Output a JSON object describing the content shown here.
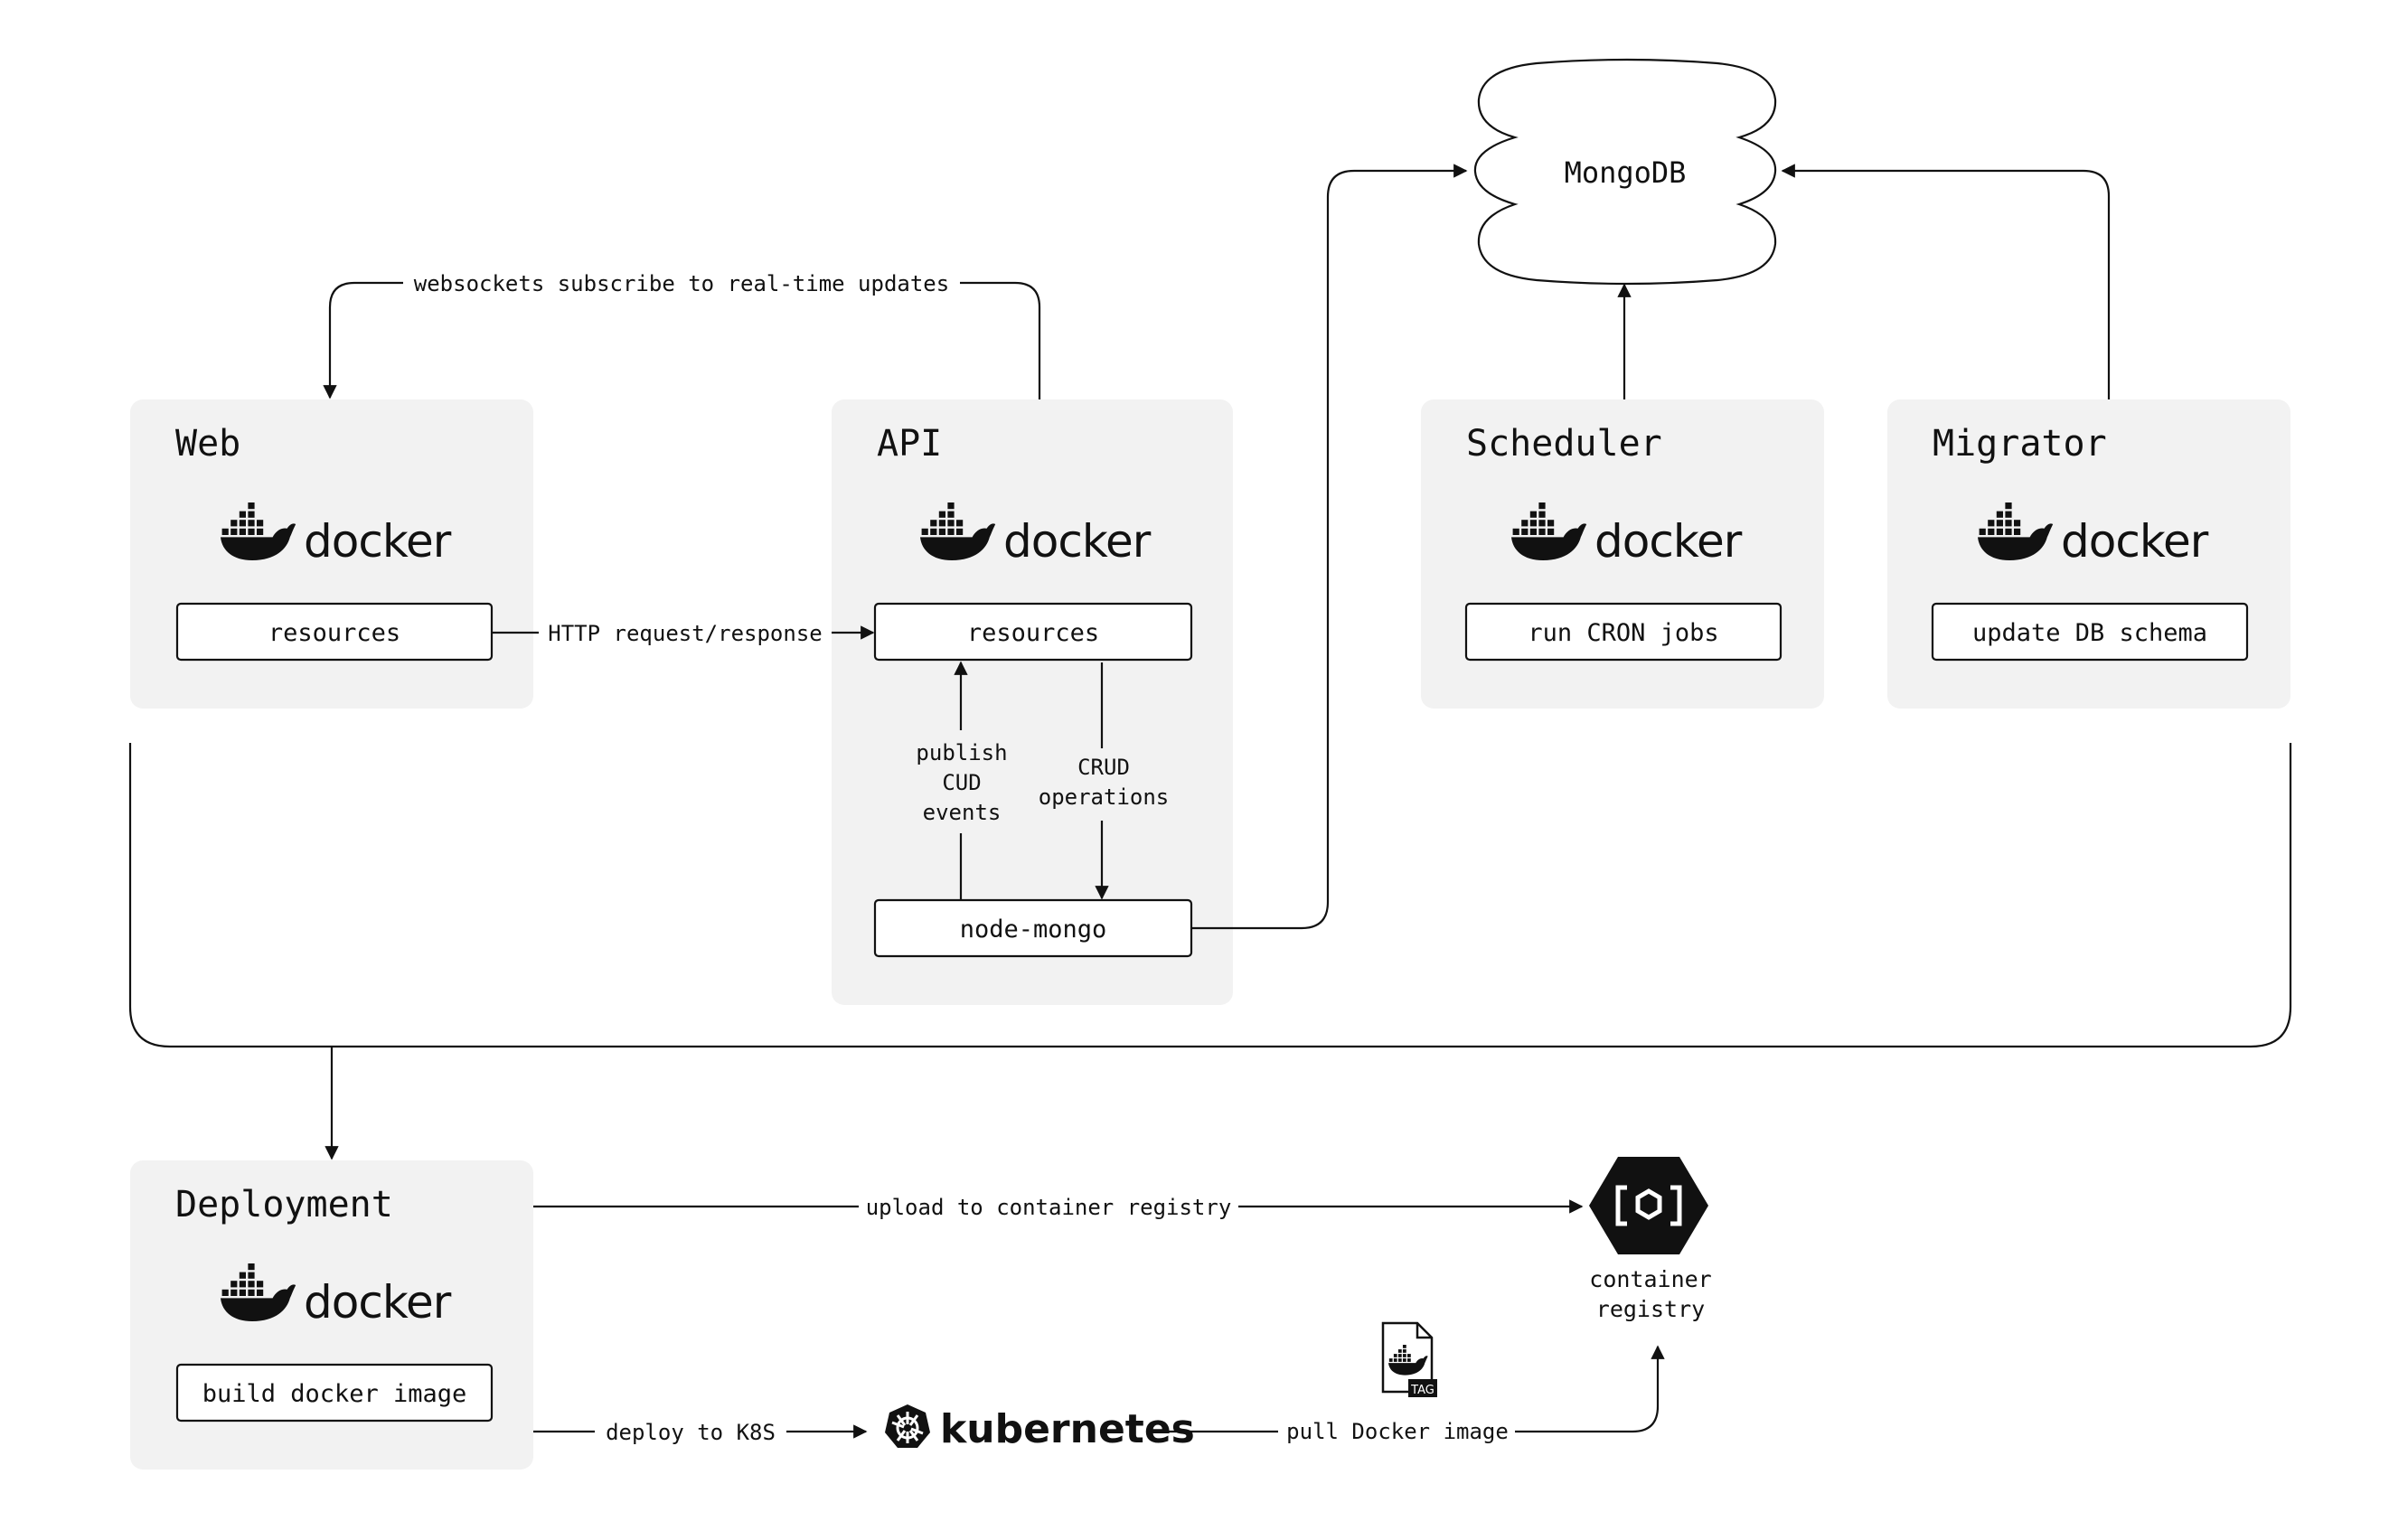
{
  "panels": {
    "web": {
      "title": "Web",
      "logo": "docker",
      "box": "resources"
    },
    "api": {
      "title": "API",
      "logo": "docker",
      "box_top": "resources",
      "box_bottom": "node-mongo"
    },
    "scheduler": {
      "title": "Scheduler",
      "logo": "docker",
      "box": "run CRON jobs"
    },
    "migrator": {
      "title": "Migrator",
      "logo": "docker",
      "box": "update DB schema"
    },
    "deployment": {
      "title": "Deployment",
      "logo": "docker",
      "box": "build docker image"
    }
  },
  "nodes": {
    "mongodb": "MongoDB",
    "container_registry_line1": "container",
    "container_registry_line2": "registry",
    "kubernetes": "kubernetes",
    "docker_word": "docker",
    "tag_badge": "TAG"
  },
  "edges": {
    "websockets": "websockets subscribe to real-time updates",
    "http": "HTTP request/response",
    "publish_line1": "publish",
    "publish_line2": "CUD",
    "publish_line3": "events",
    "crud_line1": "CRUD",
    "crud_line2": "operations",
    "upload": "upload to container registry",
    "deploy": "deploy to K8S",
    "pull": "pull Docker image"
  },
  "icons": {
    "docker_logo": "docker-whale-icon",
    "kubernetes_logo": "kubernetes-helm-icon",
    "registry_logo": "container-registry-hexagon-icon",
    "image_file": "docker-image-file-icon"
  },
  "colors": {
    "panel_fill": "#f2f2f2",
    "stroke": "#111111",
    "background": "#ffffff"
  }
}
